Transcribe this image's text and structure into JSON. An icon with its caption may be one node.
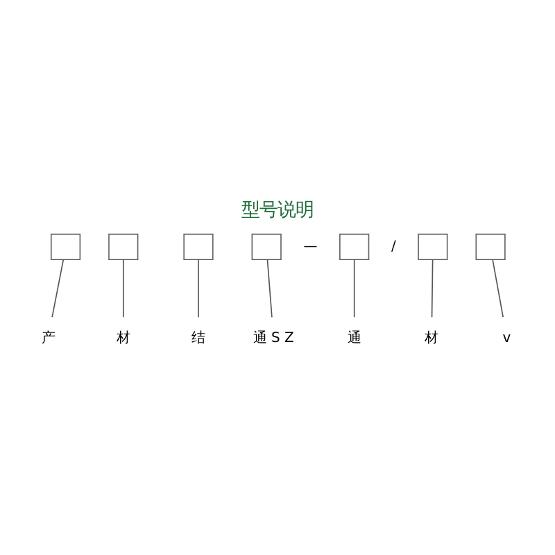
{
  "diagram": {
    "title": "型号说明",
    "nodes": [
      {
        "text": [],
        "shape": "box"
      },
      {
        "text": [],
        "shape": "box"
      },
      {
        "text": [],
        "shape": "box"
      },
      {
        "text": [],
        "shape": "box"
      },
      {
        "text": [],
        "shape": "box"
      },
      {
        "text": [],
        "shape": "box"
      },
      {
        "text": [],
        "shape": "box"
      },
      {
        "text": [
          "v"
        ]
      },
      {
        "text": [
          "材"
        ]
      },
      {
        "text": [
          "通"
        ]
      },
      {
        "text": [
          "通 S Z"
        ]
      },
      {
        "text": [
          "结"
        ]
      },
      {
        "text": [
          "材"
        ]
      },
      {
        "text": [
          "产"
        ]
      }
    ],
    "edges": [
      {
        "from": 6,
        "to": 7,
        "arrow": "none"
      },
      {
        "from": 5,
        "to": 8,
        "arrow": "none"
      },
      {
        "from": 4,
        "to": 9,
        "arrow": "none"
      },
      {
        "from": 3,
        "to": 10,
        "arrow": "none"
      },
      {
        "from": 2,
        "to": 11,
        "arrow": "none"
      },
      {
        "from": 1,
        "to": 12,
        "arrow": "none"
      },
      {
        "from": 0,
        "to": 13,
        "arrow": "none"
      }
    ],
    "labels": [
      "—",
      "/"
    ]
  }
}
